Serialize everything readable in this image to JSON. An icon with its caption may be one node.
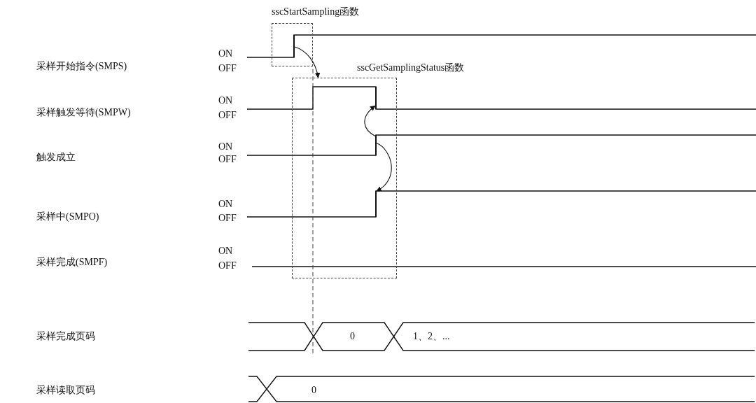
{
  "diagram": {
    "nodes": [
      {
        "text": [
          "sscStartSampling函数"
        ]
      },
      {
        "text": [
          "sscGetSamplingStatus函数"
        ]
      },
      {
        "text": [],
        "shape": "line",
        "in": 0
      },
      {
        "text": [],
        "shape": "line",
        "in": 1
      },
      {
        "text": [],
        "shape": "line",
        "in": 1
      },
      {
        "text": [],
        "shape": "line",
        "in": 1
      }
    ],
    "edges": [
      {
        "from": 2,
        "to": 1,
        "arrow": "to"
      },
      {
        "from": 4,
        "to": 3,
        "arrow": "to"
      },
      {
        "from": 4,
        "to": 5,
        "arrow": "to"
      }
    ],
    "labels": [
      "采样开始指令(SMPS)",
      "ON",
      "OFF",
      "采样触发等待(SMPW)",
      "ON",
      "OFF",
      "触发成立",
      "ON",
      "OFF",
      "采样中(SMPO)",
      "ON",
      "OFF",
      "采样完成(SMPF)",
      "ON",
      "OFF",
      "采样完成页码",
      "0",
      "1、2、...",
      "采样读取页码",
      "0"
    ]
  }
}
